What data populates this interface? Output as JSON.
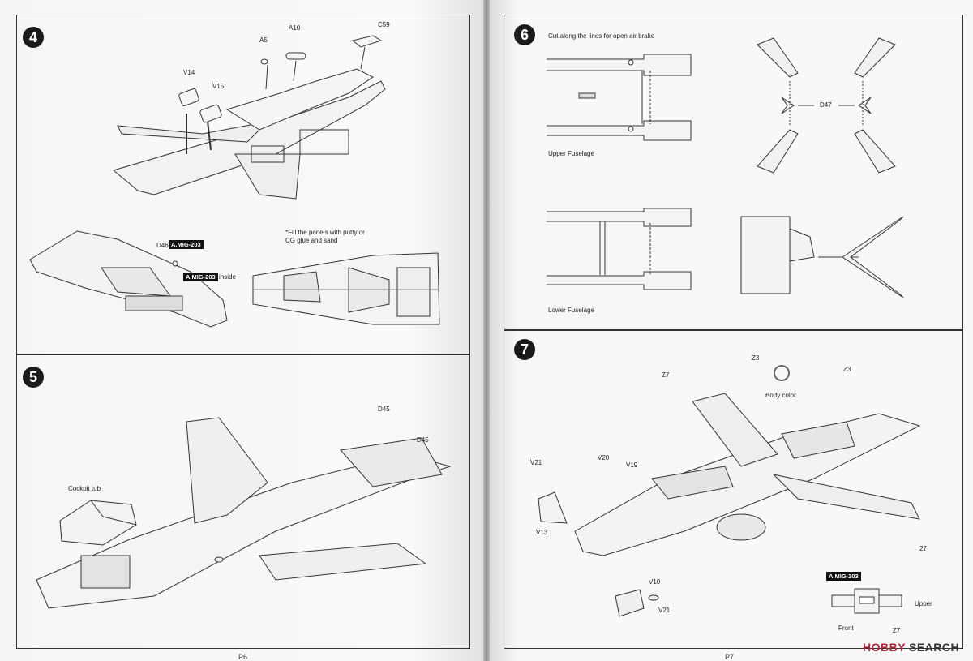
{
  "left_page": {
    "page_number": "P6",
    "step4": {
      "number": "4",
      "parts": [
        "A5",
        "A10",
        "C59",
        "V14",
        "V15",
        "D46"
      ],
      "decal_tag": "A.MIG-203",
      "decal_tag_2": "A.MIG-203",
      "inside_label": "inside",
      "note": "*Fill the panels with putty or CG glue and sand"
    },
    "step5": {
      "number": "5",
      "parts": [
        "D45",
        "D45"
      ],
      "cockpit_label": "Cockpit tub"
    }
  },
  "right_page": {
    "page_number": "P7",
    "step6": {
      "number": "6",
      "instruction": "Cut along the lines for open air brake",
      "upper_label": "Upper Fuselage",
      "lower_label": "Lower Fuselage",
      "part": "D47"
    },
    "step7": {
      "number": "7",
      "parts": [
        "Z3",
        "Z3",
        "Z7",
        "V21",
        "V20",
        "V19",
        "V13",
        "V10",
        "V21",
        "27",
        "Z7"
      ],
      "body_color": "Body color",
      "decal_tag": "A.MIG-203",
      "upper": "Upper",
      "front": "Front"
    }
  },
  "watermark": {
    "brand": "HOBBY",
    "brand2": "SEARCH"
  }
}
